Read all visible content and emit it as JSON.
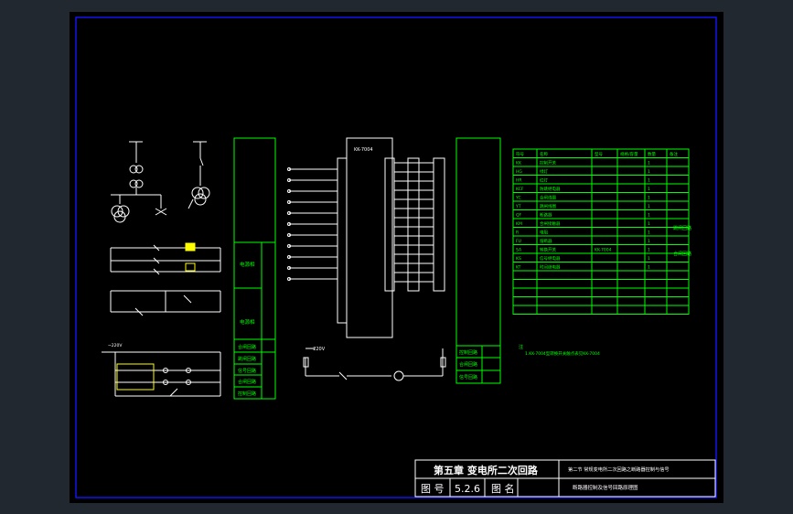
{
  "title_block": {
    "chapter_title": "第五章 变电所二次回路",
    "drawing_no_label": "图 号",
    "drawing_no": "5.2.6",
    "drawing_name_label": "图 名",
    "top_right_caption": "第二节 常规变电所二次回路之断路器控制与信号",
    "bottom_right_caption": "断路器控制及信号回路原理图"
  },
  "panel_mid_labels": {
    "top_label": "KK-7004",
    "cell_1": "电源相",
    "cell_2": "电源相",
    "footer_1": "合闸回路",
    "footer_2": "跳闸回路",
    "footer_3": "信号回路",
    "footer_4": "合闸回路",
    "footer_5": "控制回路",
    "right_footer_1": "控制回路",
    "right_footer_2": "合闸回路",
    "right_footer_3": "信号回路",
    "voltage_left": "~220V",
    "voltage_mid": "~220V"
  },
  "table": {
    "headers": [
      "符号",
      "名称",
      "型号",
      "规格/容量",
      "数量",
      "备注"
    ],
    "rows": [
      [
        "KK",
        "控制开关",
        "",
        "",
        "1",
        ""
      ],
      [
        "HG",
        "绿灯",
        "",
        "",
        "1",
        ""
      ],
      [
        "HR",
        "红灯",
        "",
        "",
        "1",
        ""
      ],
      [
        "KCF",
        "防跳继电器",
        "",
        "",
        "1",
        ""
      ],
      [
        "YC",
        "合闸线圈",
        "",
        "",
        "1",
        ""
      ],
      [
        "YT",
        "跳闸线圈",
        "",
        "",
        "1",
        ""
      ],
      [
        "QF",
        "断路器",
        "",
        "",
        "1",
        ""
      ],
      [
        "KM",
        "合闸接触器",
        "",
        "",
        "1",
        ""
      ],
      [
        "R",
        "电阻",
        "",
        "",
        "1",
        ""
      ],
      [
        "FU",
        "熔断器",
        "",
        "",
        "1",
        ""
      ],
      [
        "SA",
        "转换开关",
        "KK-7004",
        "",
        "1",
        ""
      ],
      [
        "KS",
        "信号继电器",
        "",
        "",
        "1",
        ""
      ],
      [
        "KT",
        "时间继电器",
        "",
        "",
        "1",
        ""
      ]
    ],
    "brace_1": "跳闸回路",
    "brace_2": "合闸回路",
    "note_label": "注",
    "note_text": "1.KK-7004型转换开关触点表见KK-7004"
  }
}
